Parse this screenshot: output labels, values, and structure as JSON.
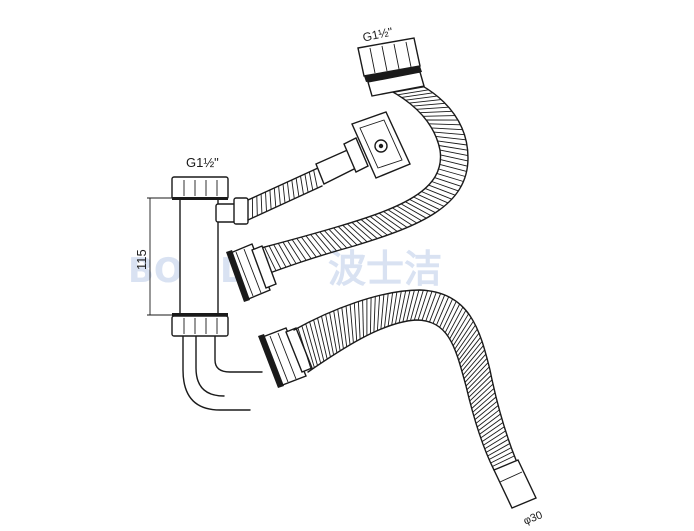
{
  "labels": {
    "thread_left": "G1½\"",
    "thread_right": "G1½\"",
    "height_dim": "115",
    "outlet_dia": "φ30"
  },
  "watermark": {
    "latin": "BOSIDE",
    "chinese": "波士洁"
  },
  "colors": {
    "line": "#1a1a1a",
    "watermark": "#c5d3ec",
    "background": "#ffffff"
  }
}
